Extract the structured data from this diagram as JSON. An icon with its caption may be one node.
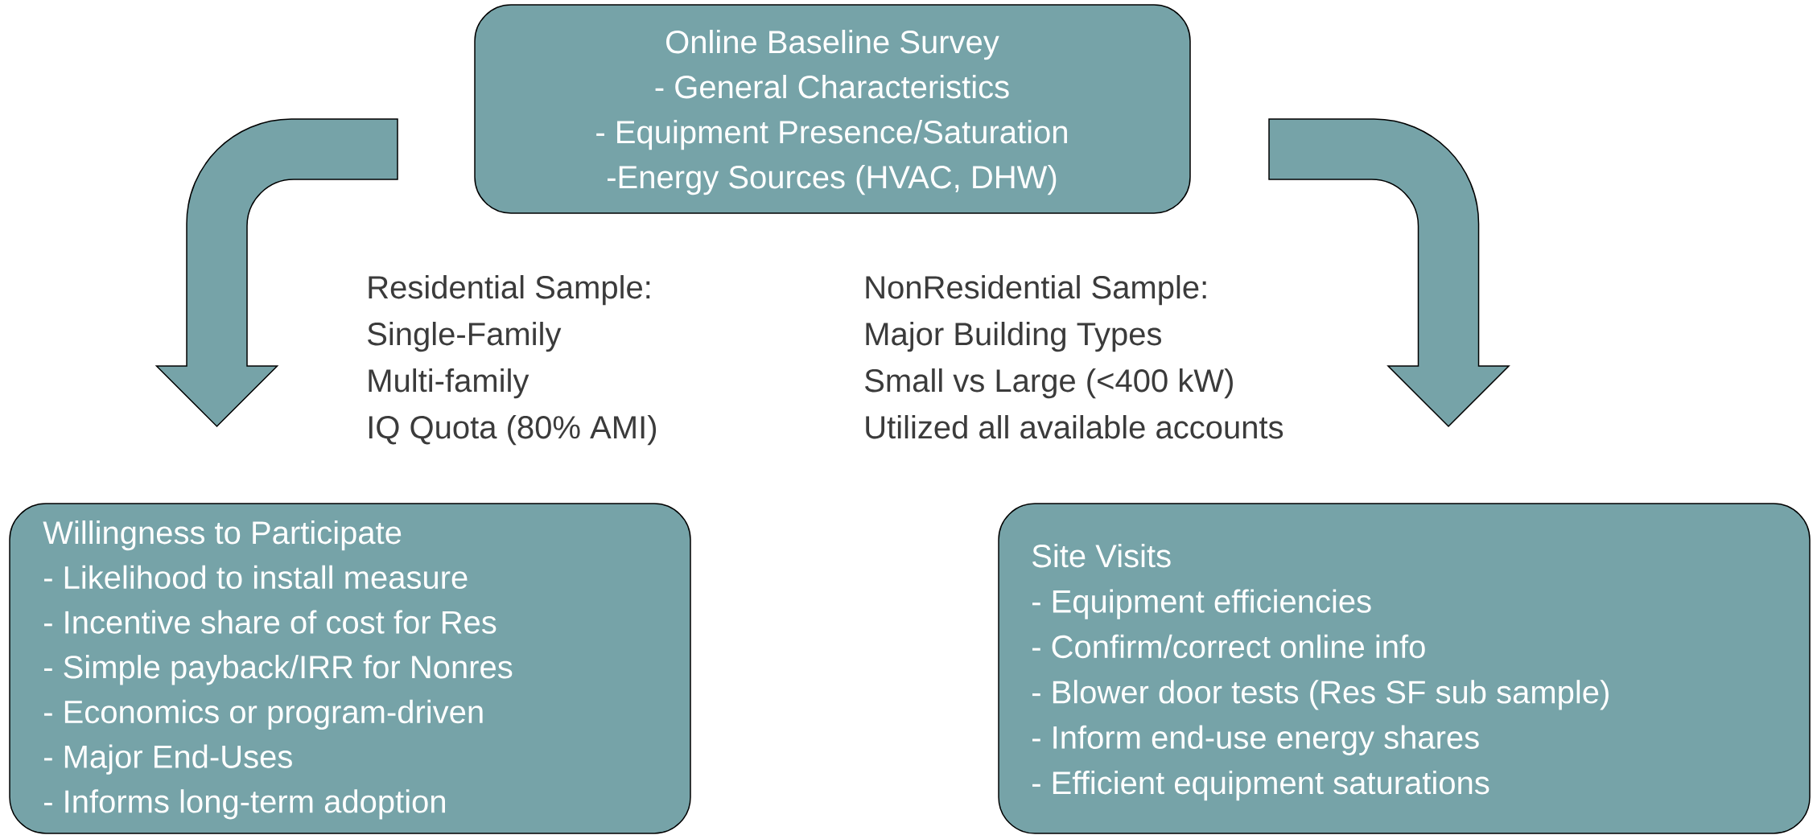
{
  "diagram": {
    "nodes": [
      {
        "text": [
          "Online Baseline Survey",
          "- General Characteristics",
          "- Equipment Presence/Saturation",
          "-Energy Sources (HVAC, DHW)"
        ]
      },
      {
        "text": [
          "Willingness to Participate",
          "- Likelihood to install measure",
          "- Incentive share of cost for Res",
          "- Simple payback/IRR for Nonres",
          "- Economics or program-driven",
          "- Major End-Uses",
          "- Informs long-term adoption"
        ]
      },
      {
        "text": [
          "Site Visits",
          "- Equipment efficiencies",
          "- Confirm/correct online info",
          "- Blower door tests (Res SF sub sample)",
          "- Inform end-use energy shares",
          "- Efficient equipment saturations"
        ]
      }
    ],
    "edges": [
      {
        "from": 0,
        "to": 1,
        "arrow": "to"
      },
      {
        "from": 0,
        "to": 2,
        "arrow": "to"
      }
    ],
    "labels": [
      "Residential Sample:",
      "Single-Family",
      "Multi-family",
      "IQ Quota (80% AMI)",
      "NonResidential Sample:",
      "Major Building Types",
      "Small vs Large (<400 kW)",
      "Utilized all available accounts"
    ]
  }
}
